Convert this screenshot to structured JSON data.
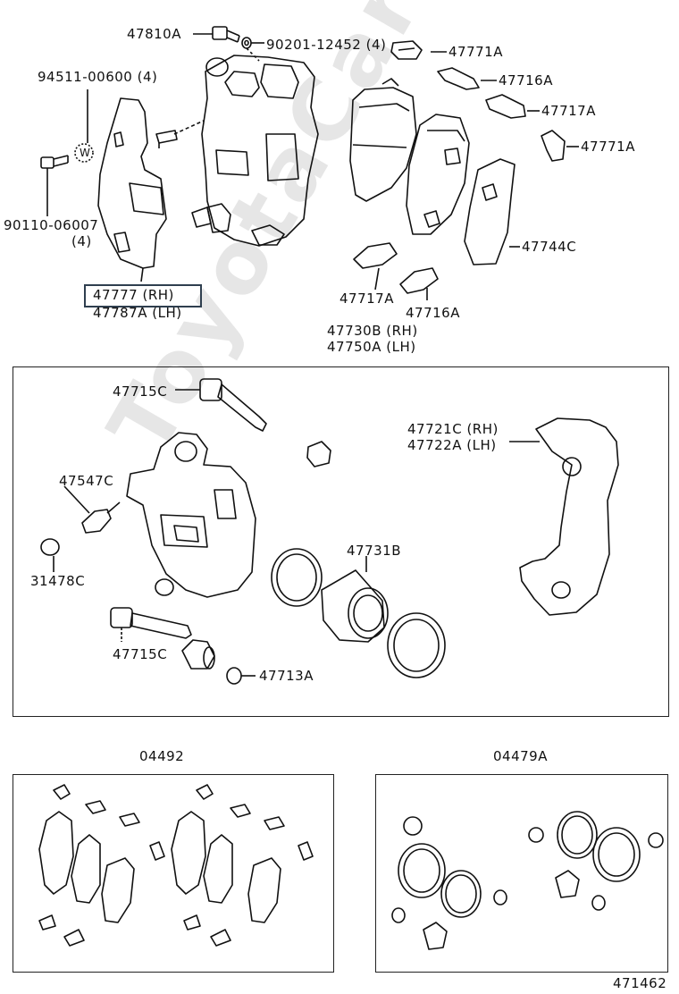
{
  "watermark": "ToyotaCarMine.ru",
  "labels": {
    "l47810A": "47810A",
    "l90201": "90201-12452 (4)",
    "l47771A_top": "47771A",
    "l47716A_top": "47716A",
    "l47717A_top": "47717A",
    "l47771A_mid": "47771A",
    "l94511": "94511-00600 (4)",
    "l90110": "90110-06007",
    "l90110_qty": "(4)",
    "l47744C": "47744C",
    "l47777": "47777 (RH)",
    "l47787A": "47787A (LH)",
    "l47717A_bot": "47717A",
    "l47716A_bot": "47716A",
    "l47730B": "47730B (RH)",
    "l47750A": "47750A (LH)",
    "l47715C_top": "47715C",
    "l47721C": "47721C (RH)",
    "l47722A": "47722A (LH)",
    "l47547C": "47547C",
    "l47731B": "47731B",
    "l31478C": "31478C",
    "l47715C_bot": "47715C",
    "l47713A": "47713A",
    "l04492": "04492",
    "l04479A": "04479A",
    "l471462": "471462",
    "washer_mark": "W"
  }
}
